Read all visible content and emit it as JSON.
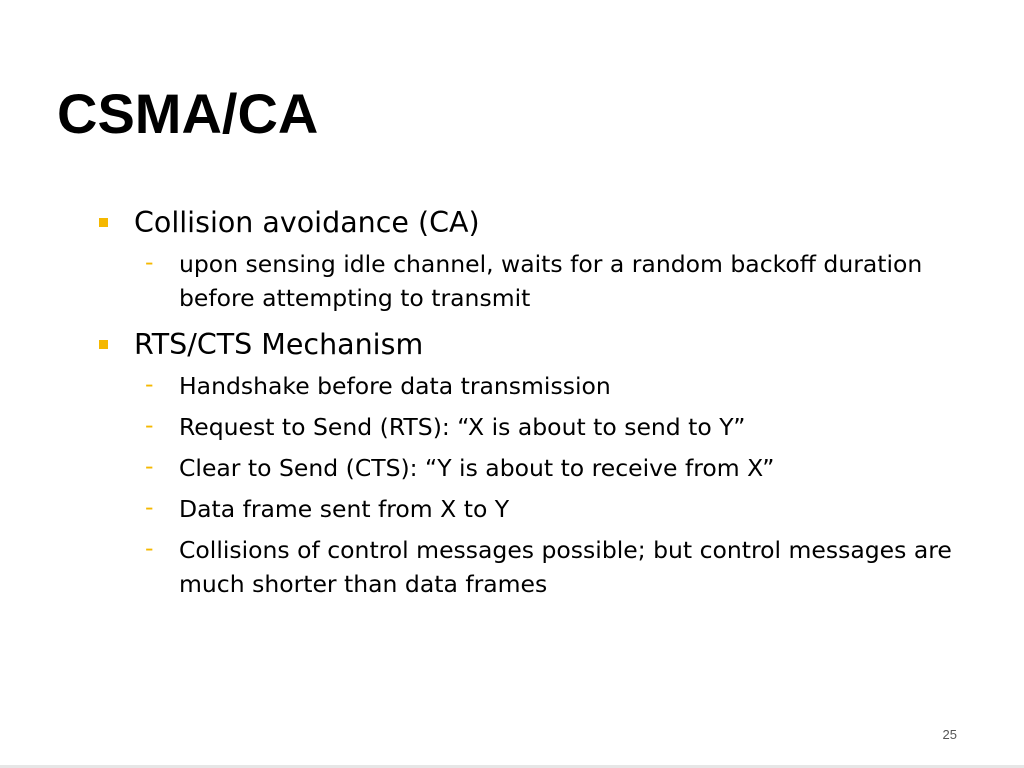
{
  "slide": {
    "title": "CSMA/CA",
    "slide_number": "25",
    "accent_color": "#f5b800",
    "bullets": [
      {
        "text": "Collision avoidance (CA)",
        "sub_items": [
          "upon sensing idle channel, waits for a random backoff duration before attempting to transmit"
        ]
      },
      {
        "text": "RTS/CTS Mechanism",
        "sub_items": [
          "Handshake before data transmission",
          "Request to Send (RTS): “X is about to send to Y”",
          "Clear to Send (CTS): “Y is about to receive from X”",
          "Data frame sent from X to Y",
          "Collisions of control messages possible; but control messages are much shorter than data frames"
        ]
      }
    ]
  }
}
